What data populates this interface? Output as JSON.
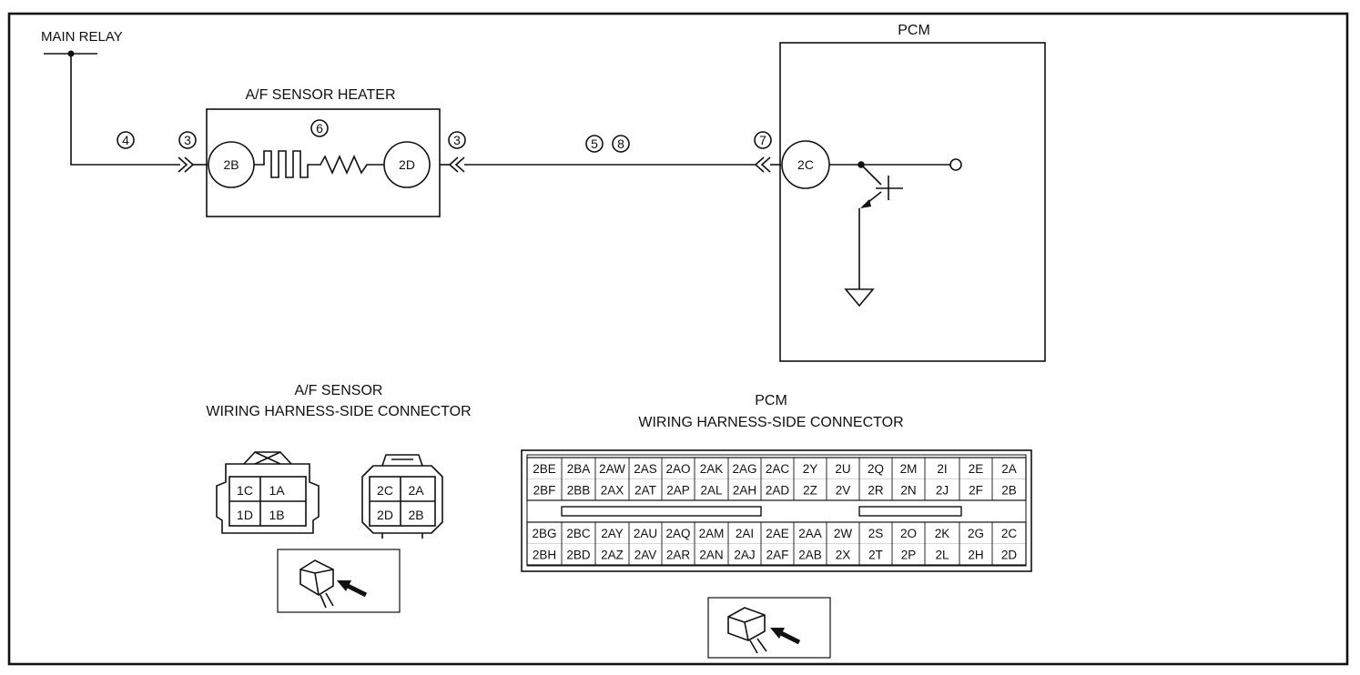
{
  "circuit": {
    "main_relay": "MAIN RELAY",
    "sensor_heater_title": "A/F SENSOR HEATER",
    "pcm_title": "PCM",
    "terminal_heater_in": "2B",
    "terminal_heater_out": "2D",
    "terminal_pcm": "2C",
    "callouts": {
      "wire_main": "4",
      "conn_left": "3",
      "heater": "6",
      "conn_right": "3",
      "wire_pcm_a": "5",
      "wire_pcm_b": "8",
      "conn_pcm": "7"
    }
  },
  "af_connector": {
    "title_line1": "A/F SENSOR",
    "title_line2": "WIRING HARNESS-SIDE CONNECTOR",
    "left_pins": [
      [
        "1C",
        "1A"
      ],
      [
        "1D",
        "1B"
      ]
    ],
    "right_pins": [
      [
        "2C",
        "2A"
      ],
      [
        "2D",
        "2B"
      ]
    ]
  },
  "pcm_connector": {
    "title_line1": "PCM",
    "title_line2": "WIRING HARNESS-SIDE CONNECTOR",
    "upper_rows": [
      [
        "2BE",
        "2BA",
        "2AW",
        "2AS",
        "2AO",
        "2AK",
        "2AG",
        "2AC",
        "2Y",
        "2U",
        "2Q",
        "2M",
        "2I",
        "2E",
        "2A"
      ],
      [
        "2BF",
        "2BB",
        "2AX",
        "2AT",
        "2AP",
        "2AL",
        "2AH",
        "2AD",
        "2Z",
        "2V",
        "2R",
        "2N",
        "2J",
        "2F",
        "2B"
      ]
    ],
    "lower_rows": [
      [
        "2BG",
        "2BC",
        "2AY",
        "2AU",
        "2AQ",
        "2AM",
        "2AI",
        "2AE",
        "2AA",
        "2W",
        "2S",
        "2O",
        "2K",
        "2G",
        "2C"
      ],
      [
        "2BH",
        "2BD",
        "2AZ",
        "2AV",
        "2AR",
        "2AN",
        "2AJ",
        "2AF",
        "2AB",
        "2X",
        "2T",
        "2P",
        "2L",
        "2H",
        "2D"
      ]
    ]
  }
}
